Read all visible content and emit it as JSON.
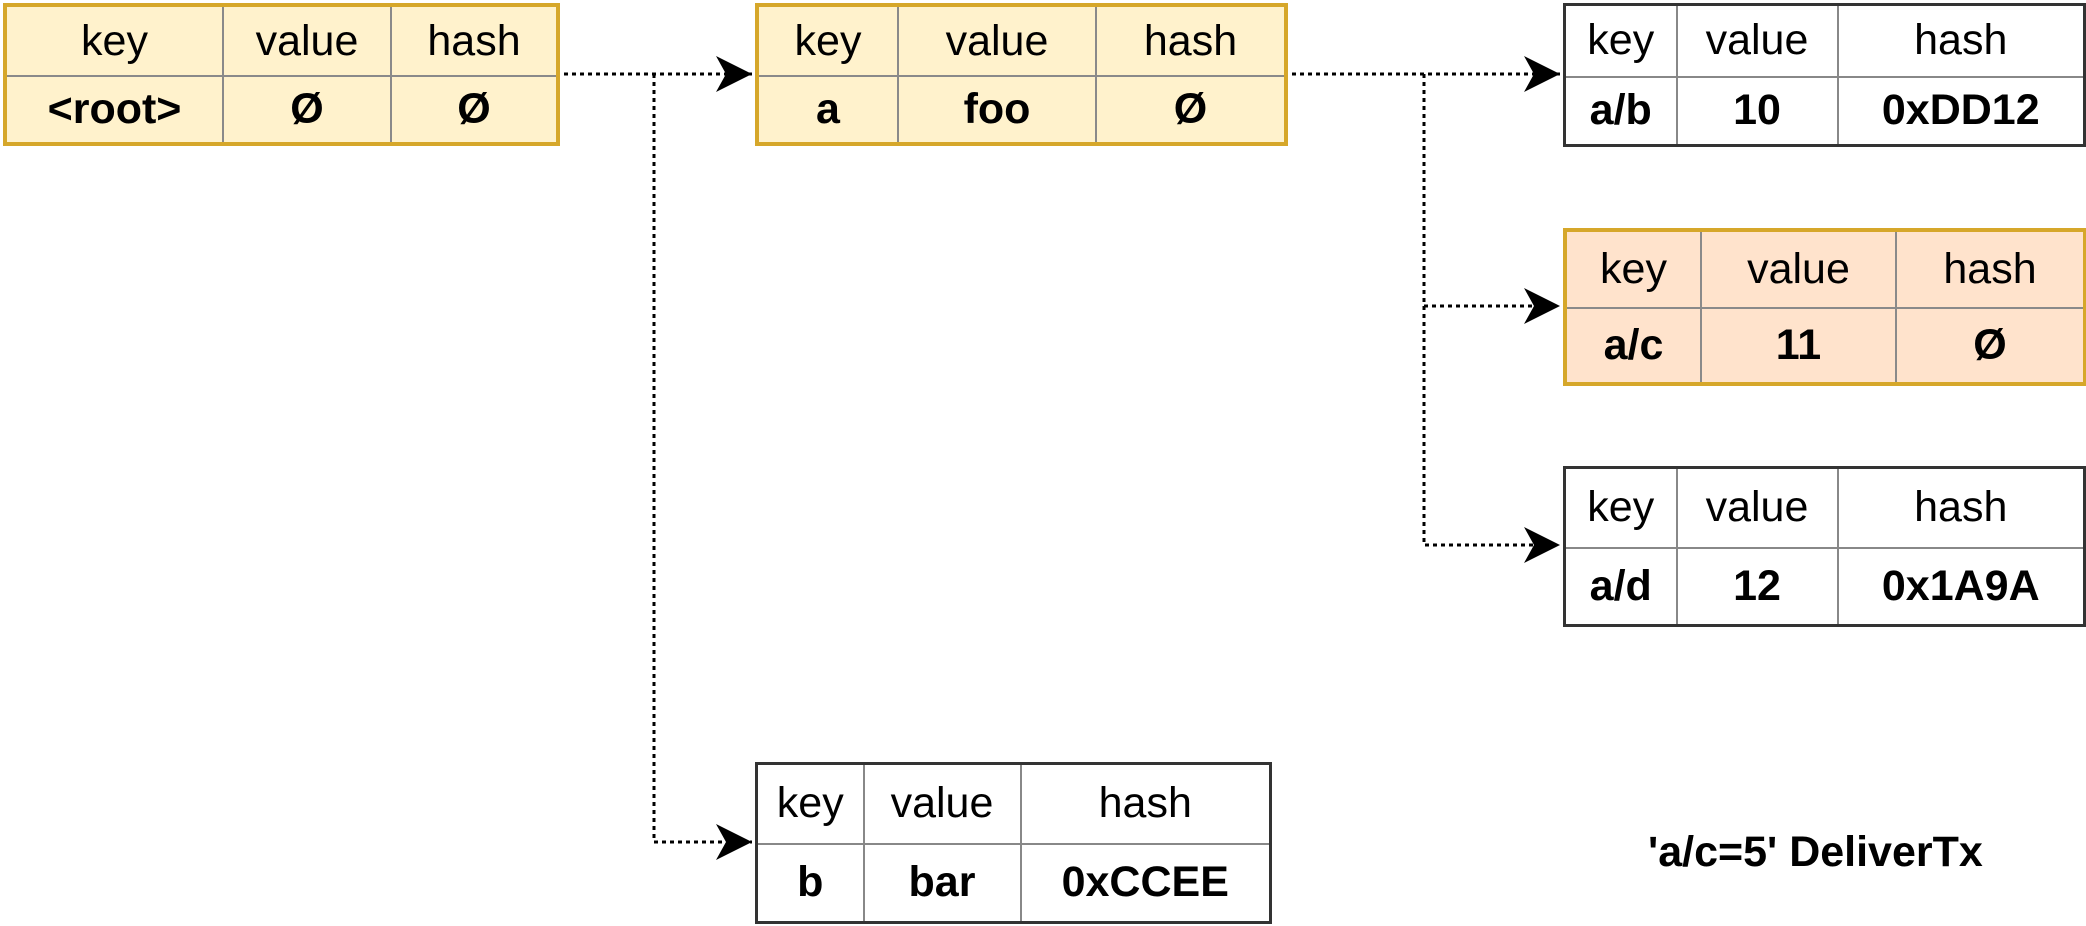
{
  "nodes": {
    "root": {
      "headers": [
        "key",
        "value",
        "hash"
      ],
      "values": [
        "<root>",
        "Ø",
        "Ø"
      ],
      "highlight": "#fff2cc"
    },
    "a": {
      "headers": [
        "key",
        "value",
        "hash"
      ],
      "values": [
        "a",
        "foo",
        "Ø"
      ],
      "highlight": "#fff2cc"
    },
    "ab": {
      "headers": [
        "key",
        "value",
        "hash"
      ],
      "values": [
        "a/b",
        "10",
        "0xDD12"
      ]
    },
    "ac": {
      "headers": [
        "key",
        "value",
        "hash"
      ],
      "values": [
        "a/c",
        "11",
        "Ø"
      ],
      "highlight": "#ffe3cc"
    },
    "ad": {
      "headers": [
        "key",
        "value",
        "hash"
      ],
      "values": [
        "a/d",
        "12",
        "0x1A9A"
      ]
    },
    "b": {
      "headers": [
        "key",
        "value",
        "hash"
      ],
      "values": [
        "b",
        "bar",
        "0xCCEE"
      ]
    }
  },
  "edges": [
    {
      "from": "root",
      "to": "a"
    },
    {
      "from": "root",
      "to": "b"
    },
    {
      "from": "a",
      "to": "ab"
    },
    {
      "from": "a",
      "to": "ac"
    },
    {
      "from": "a",
      "to": "ad"
    }
  ],
  "caption": "'a/c=5' DeliverTx",
  "colors": {
    "node_border_highlight": "#d6a72a",
    "node_border_plain": "#333333",
    "edge": "#000000"
  }
}
